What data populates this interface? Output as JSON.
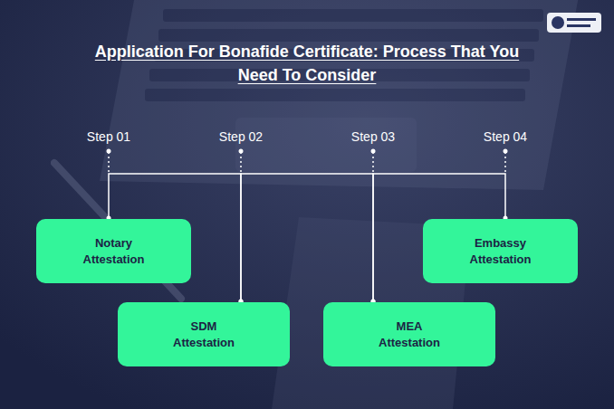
{
  "diagram": {
    "title": "Application For Bonafide Certificate: Process That You Need To Consider",
    "nodes": [
      {
        "text": [
          "Notary Attestation"
        ]
      },
      {
        "text": [
          "SDM Attestation"
        ]
      },
      {
        "text": [
          "MEA Attestation"
        ]
      },
      {
        "text": [
          "Embassy Attestation"
        ]
      }
    ],
    "edges": [
      {
        "from": 0,
        "to": 1,
        "arrow": "none"
      },
      {
        "from": 1,
        "to": 2,
        "arrow": "none"
      },
      {
        "from": 2,
        "to": 3,
        "arrow": "none"
      }
    ],
    "labels": [
      "Step 01",
      "Step 02",
      "Step 03",
      "Step 04"
    ]
  }
}
